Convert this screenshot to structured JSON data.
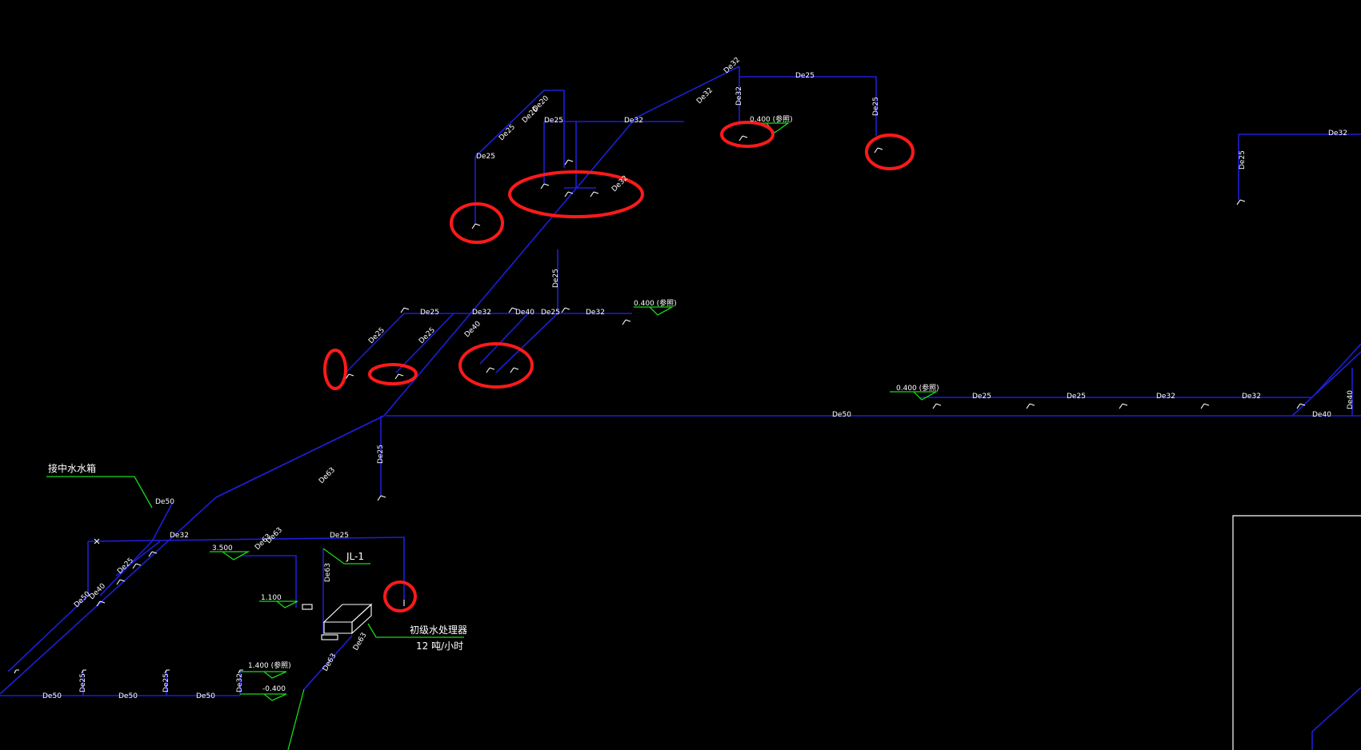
{
  "canvas_bg": "#000000",
  "colors": {
    "pipe": "#1e1ed6",
    "leader": "#19d919",
    "fixture": "#ffffff",
    "highlight": "#ff1a1a"
  },
  "pipe_labels": [
    "De32",
    "De25",
    "De32",
    "De25",
    "De25",
    "De32",
    "De20",
    "De20",
    "De25",
    "De32",
    "De25",
    "De32",
    "De25",
    "De32",
    "De25",
    "De32",
    "De40",
    "De25",
    "De32",
    "De25",
    "De40",
    "De25",
    "De25",
    "De50",
    "De40",
    "De25",
    "De25",
    "De32",
    "De32",
    "De40",
    "De63",
    "De25",
    "De50",
    "De32",
    "De63",
    "De63",
    "De25",
    "De63",
    "De63",
    "De63",
    "De50",
    "De40",
    "De25",
    "De50",
    "De25",
    "De50",
    "De25",
    "De50",
    "De32"
  ],
  "elevations": [
    "0.400 (参照)",
    "0.400 (参照)",
    "0.400 (参照)",
    "3.500",
    "1.100",
    "1.400 (参照)",
    "-0.400"
  ],
  "annotations": {
    "tank": "接中水水箱",
    "riser": "JL-1",
    "device": "初级水处理器",
    "capacity": "12 吨/小时"
  },
  "fixture_icon": "water-outlet-icon",
  "highlight_icon": "red-ellipse-mark"
}
